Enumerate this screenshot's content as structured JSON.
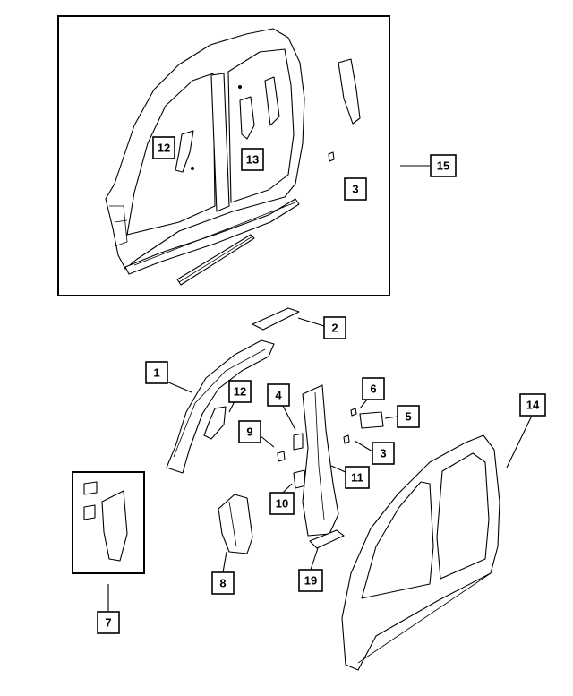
{
  "callouts": {
    "c1": "1",
    "c2": "2",
    "c3a": "3",
    "c3b": "3",
    "c4": "4",
    "c5": "5",
    "c6": "6",
    "c7": "7",
    "c8": "8",
    "c9": "9",
    "c10": "10",
    "c11": "11",
    "c12a": "12",
    "c12b": "12",
    "c13": "13",
    "c14": "14",
    "c15": "15",
    "c19": "19"
  },
  "colors": {
    "line": "#000000",
    "background": "#ffffff"
  }
}
